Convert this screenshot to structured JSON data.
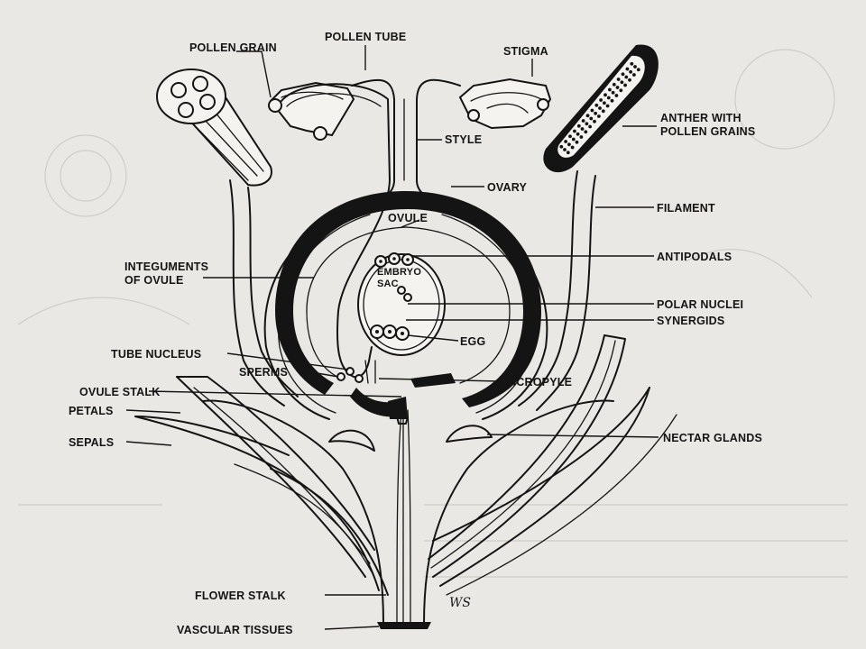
{
  "labels": {
    "pollen_grain": "POLLEN GRAIN",
    "pollen_tube": "POLLEN TUBE",
    "stigma": "STIGMA",
    "anther_line1": "ANTHER WITH",
    "anther_line2": "POLLEN GRAINS",
    "style": "STYLE",
    "ovary": "OVARY",
    "filament": "FILAMENT",
    "ovule": "OVULE",
    "antipodals": "ANTIPODALS",
    "integuments_line1": "INTEGUMENTS",
    "integuments_line2": "OF OVULE",
    "embryo_sac_line1": "EMBRYO",
    "embryo_sac_line2": "SAC",
    "polar_nuclei": "POLAR NUCLEI",
    "synergids": "SYNERGIDS",
    "tube_nucleus": "TUBE NUCLEUS",
    "egg": "EGG",
    "sperms": "SPERMS",
    "micropyle": "MICROPYLE",
    "ovule_stalk": "OVULE STALK",
    "petals": "PETALS",
    "sepals": "SEPALS",
    "nectar_glands": "NECTAR GLANDS",
    "flower_stalk": "FLOWER STALK",
    "vascular_tissues": "VASCULAR TISSUES"
  },
  "signature": "WS"
}
